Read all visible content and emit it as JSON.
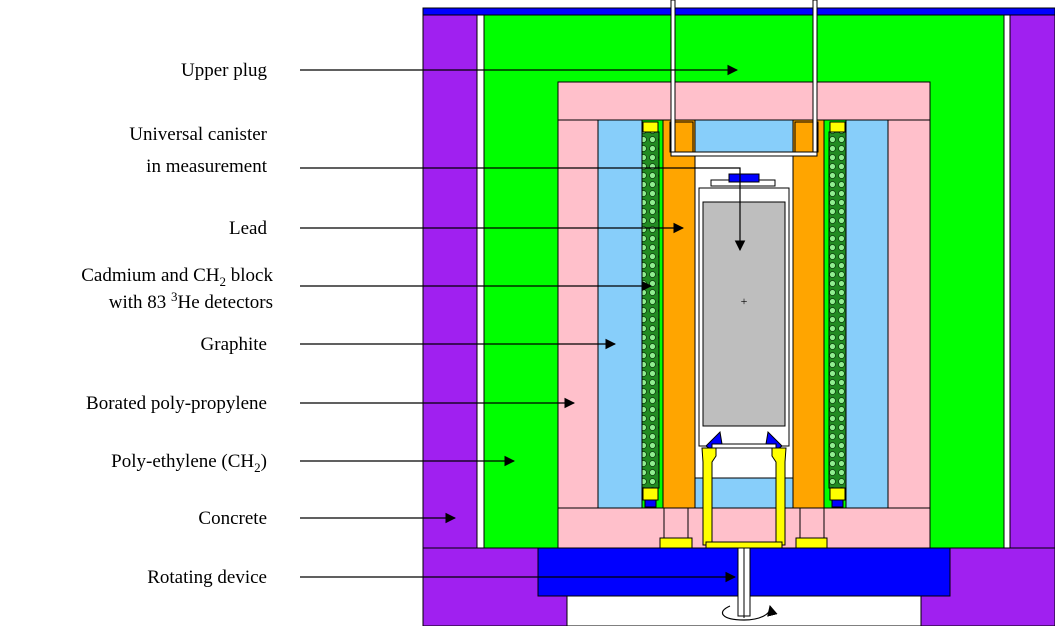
{
  "labels": {
    "upper_plug": "Upper plug",
    "canister_line1": "Universal canister",
    "canister_line2": "in measurement",
    "lead": "Lead",
    "cadmium_line1_a": "Cadmium and CH",
    "cadmium_line1_sub": "2",
    "cadmium_line1_b": " block",
    "cadmium_line2_a": "with 83 ",
    "cadmium_line2_sup": "3",
    "cadmium_line2_b": "He detectors",
    "graphite": "Graphite",
    "borated": "Borated poly-propylene",
    "polyethylene_a": "Poly-ethylene (CH",
    "polyethylene_sub": "2",
    "polyethylene_b": ")",
    "concrete": "Concrete",
    "rotating": "Rotating device",
    "center_mark": "+"
  },
  "colors": {
    "concrete": "#a020f0",
    "polyethylene": "#00ff00",
    "borated": "#ffc0cb",
    "graphite": "#87cefa",
    "lead": "#ffa500",
    "detector_block": "#228b22",
    "canister": "#bebebe",
    "rotating": "#0000ff",
    "brass": "#ffff00",
    "top_plate": "#0000ff"
  }
}
